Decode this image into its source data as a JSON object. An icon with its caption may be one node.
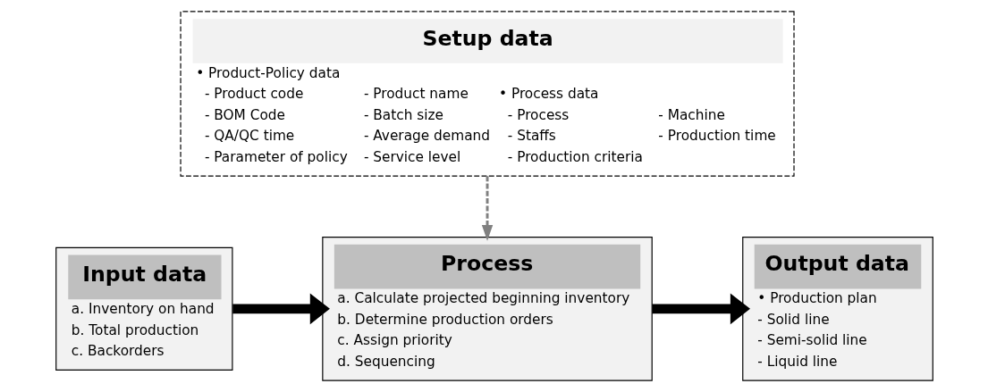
{
  "diagram": {
    "nodes": [
      {
        "text": [
          "Setup data",
          "• Product-Policy data",
          "- Product code",
          "- Product name",
          "- BOM Code",
          "- Batch size",
          "- QA/QC time",
          "- Average demand",
          "- Parameter of policy",
          "- Service level",
          "• Process data",
          "- Process",
          "- Machine",
          "- Staffs",
          "- Production time",
          "- Production criteria"
        ]
      },
      {
        "text": [
          "Input data",
          "a. Inventory on hand",
          "b. Total production",
          "c. Backorders"
        ]
      },
      {
        "text": [
          "Process",
          "a. Calculate projected beginning inventory",
          "b. Determine production orders",
          "c. Assign priority",
          "d. Sequencing"
        ]
      },
      {
        "text": [
          "Output data",
          "• Production plan",
          "- Solid line",
          "- Semi-solid line",
          "- Liquid line"
        ]
      }
    ],
    "edges": [
      {
        "from": 0,
        "to": 2,
        "arrow": "to",
        "style": "dashed",
        "color": "#808080"
      },
      {
        "from": 1,
        "to": 2,
        "arrow": "to"
      },
      {
        "from": 2,
        "to": 3,
        "arrow": "to"
      }
    ]
  }
}
